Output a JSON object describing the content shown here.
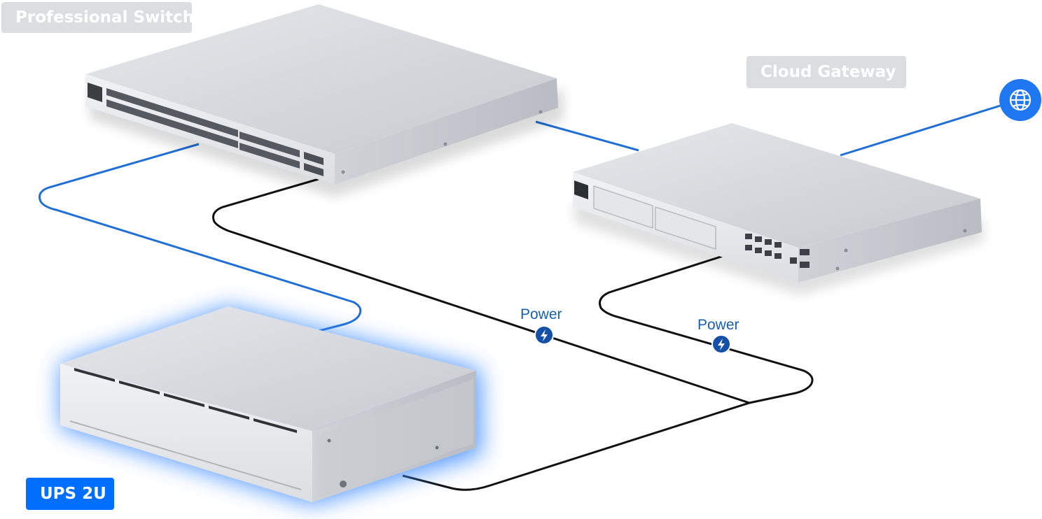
{
  "labels": {
    "professional_switch": "Professional Switch",
    "cloud_gateway": "Cloud Gateway",
    "ups": "UPS 2U"
  },
  "power_labels": [
    "Power",
    "Power"
  ],
  "colors": {
    "data_cable": "#1f6fd6",
    "power_cable": "#111111",
    "accent": "#006fff",
    "power_badge": "#1550a8",
    "grey_tag": "#dcdddf",
    "ups_glow": "#3d8bff"
  },
  "icons": [
    "globe-icon",
    "power-bolt-icon"
  ]
}
